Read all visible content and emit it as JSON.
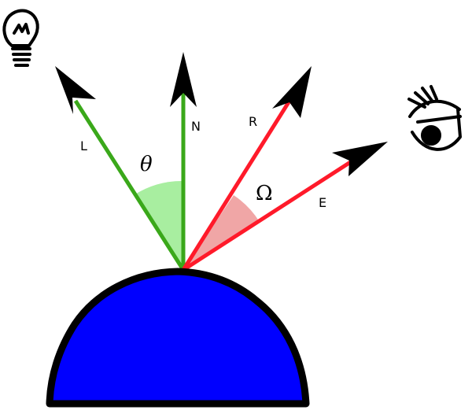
{
  "colors": {
    "surface_fill": "#0000ff",
    "surface_stroke": "#000000",
    "normal_light_vector": "#3aa81a",
    "reflect_eye_vector": "#ff1a2a",
    "theta_wedge": "#a8eea0",
    "omega_wedge": "#f0a6a6",
    "arrowhead": "#000000"
  },
  "icons": {
    "light_source": "light-bulb-icon",
    "viewer": "eye-icon"
  },
  "vectors": {
    "L": {
      "label": "L"
    },
    "N": {
      "label": "N"
    },
    "R": {
      "label": "R"
    },
    "E": {
      "label": "E"
    }
  },
  "angles": {
    "theta": {
      "label": "θ"
    },
    "omega": {
      "label": "Ω"
    }
  }
}
